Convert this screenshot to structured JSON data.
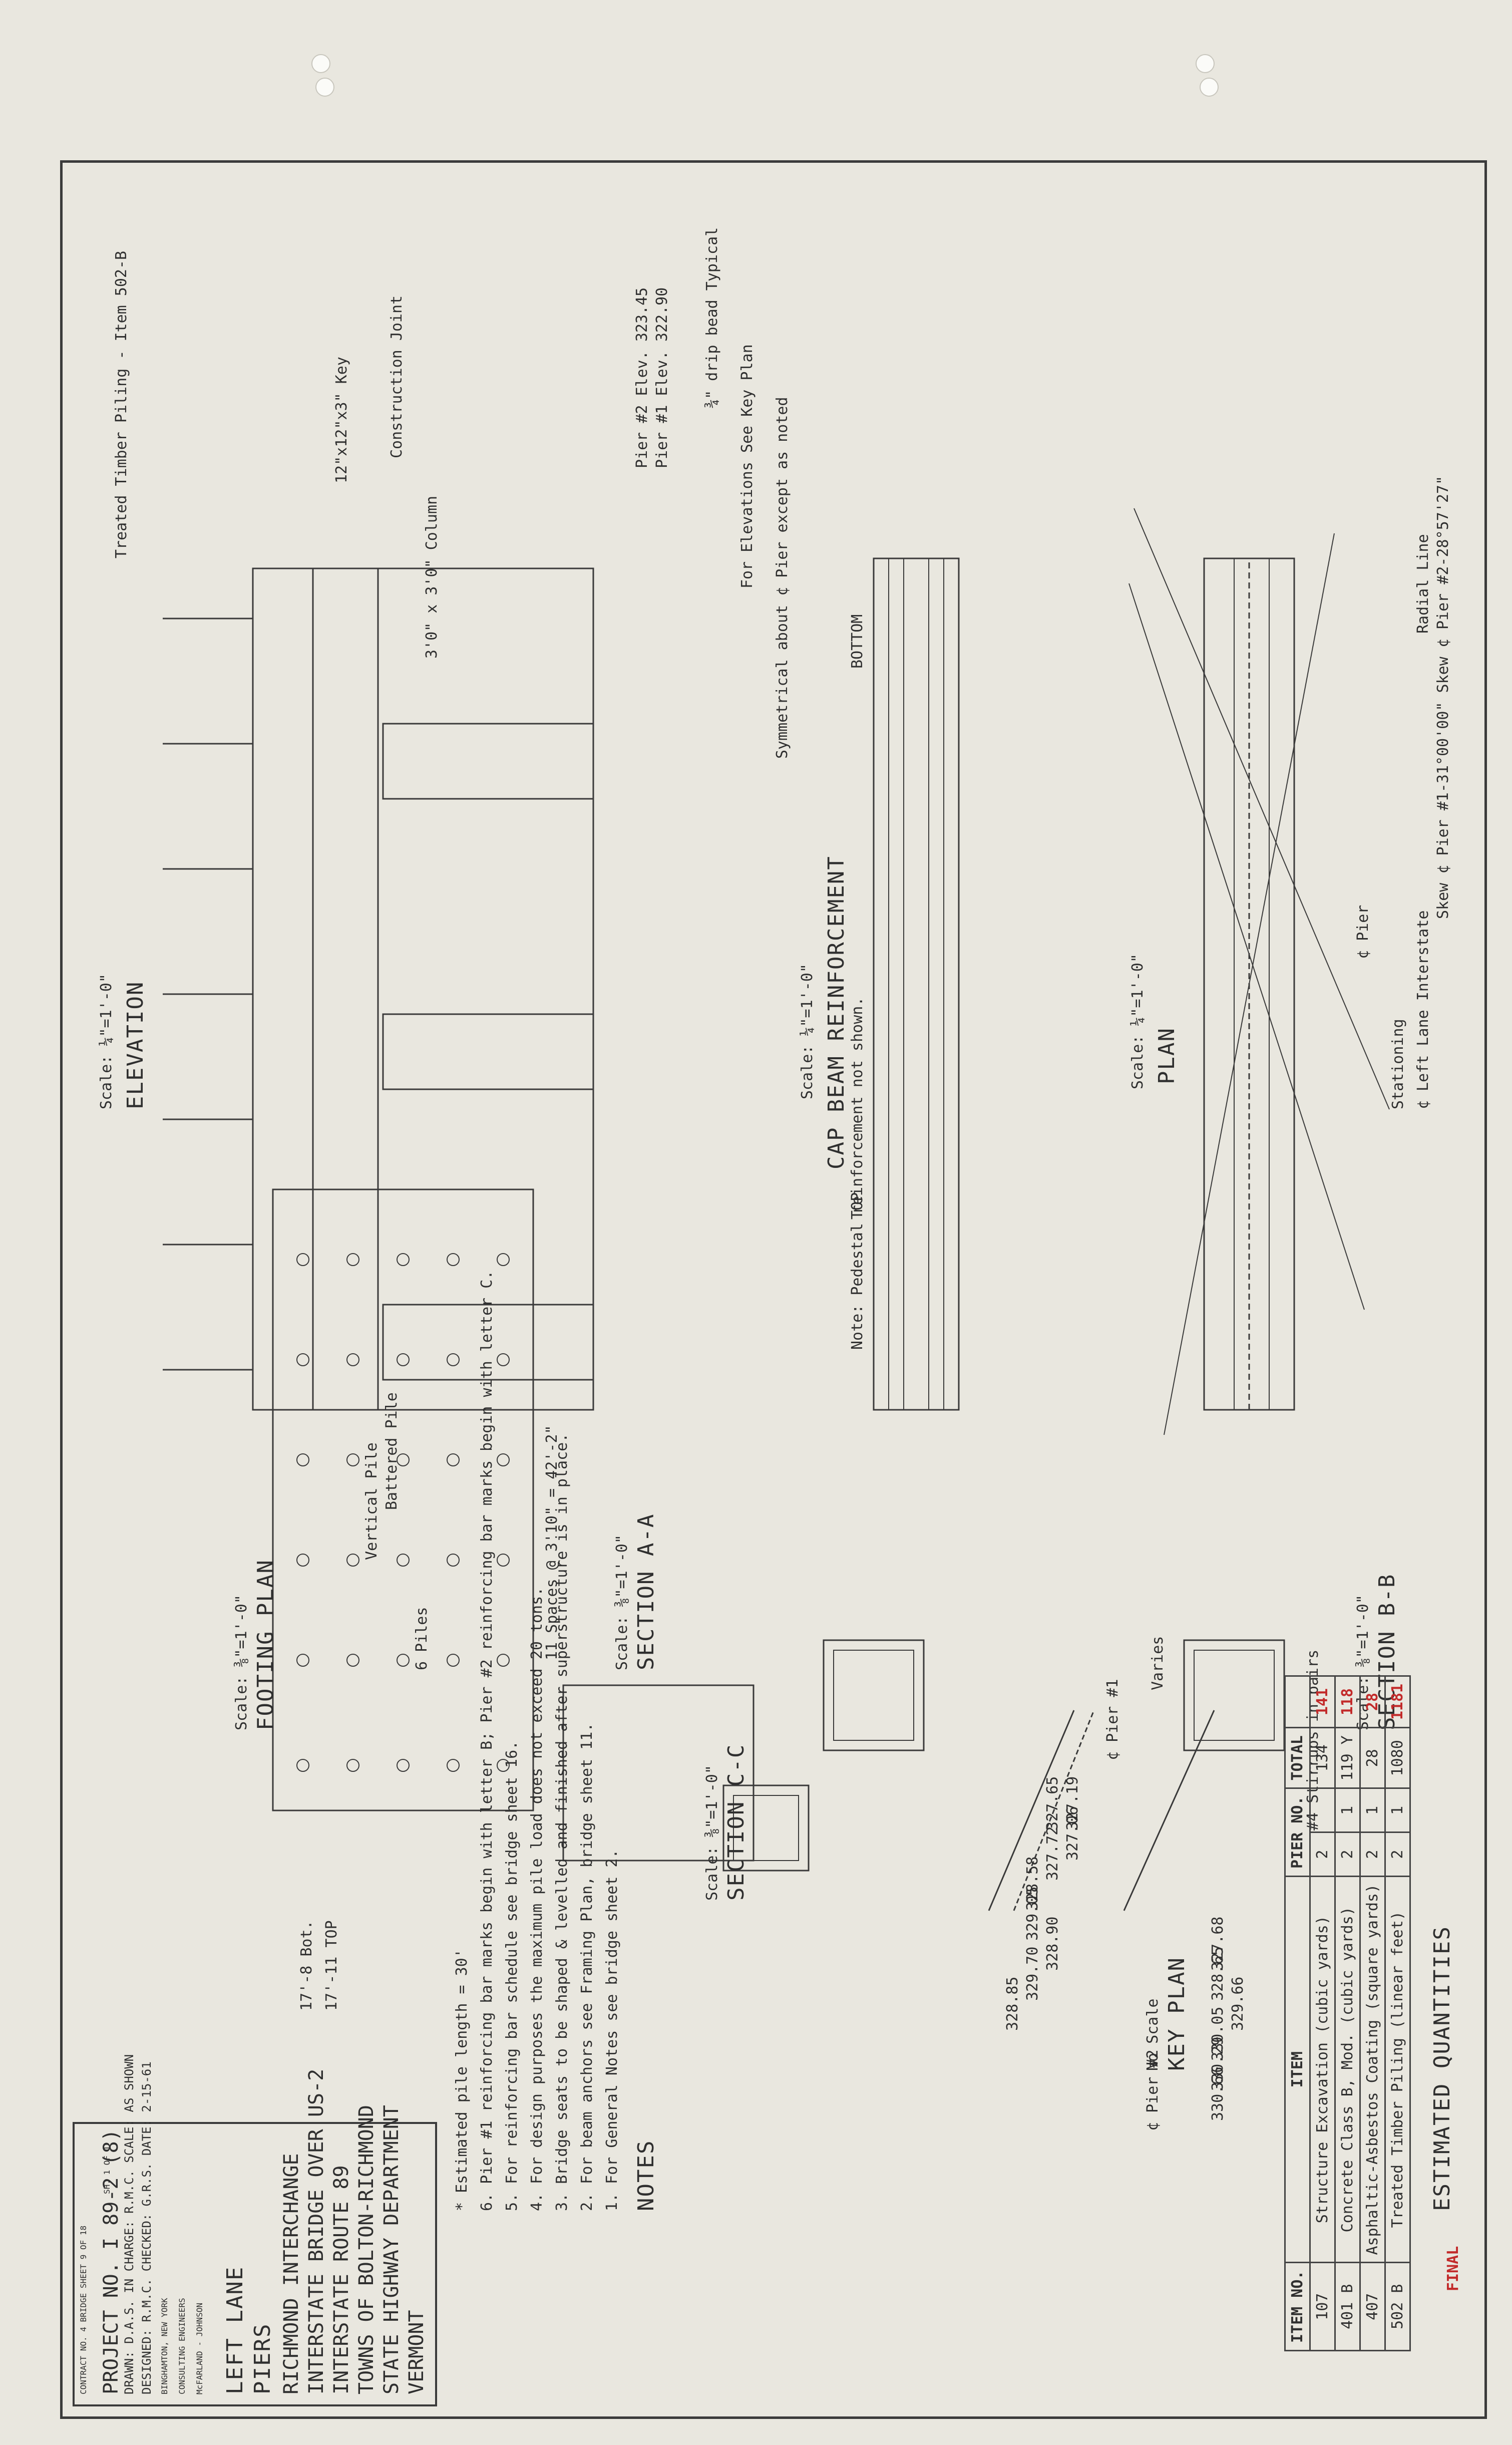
{
  "sheet": {
    "estimated_quantities": {
      "title": "ESTIMATED QUANTITIES",
      "mark": "FINAL",
      "headers": [
        "ITEM NO.",
        "ITEM",
        "PIER NO.",
        "TOTAL"
      ],
      "rows": [
        {
          "no": "107",
          "item": "Structure Excavation (cubic yards)",
          "p1": "2",
          "p2": "",
          "total": "134",
          "final": "141"
        },
        {
          "no": "401 B",
          "item": "Concrete Class B, Mod. (cubic yards)",
          "p1": "2",
          "p2": "1",
          "total": "119 Y",
          "final": "118"
        },
        {
          "no": "407",
          "item": "Asphaltic-Asbestos Coating (square yards)",
          "p1": "2",
          "p2": "1",
          "total": "28",
          "final": "28"
        },
        {
          "no": "502 B",
          "item": "Treated Timber Piling (linear feet)",
          "p1": "2",
          "p2": "1",
          "total": "1080",
          "final": "1181"
        }
      ]
    },
    "labels": {
      "skew": "Skew ¢ Pier #1-31°00'00\"  Skew ¢ Pier #2-28°57'27\"",
      "plan": "PLAN",
      "plan_scale": "Scale: ¼\"=1'-0\"",
      "cap_beam": "CAP BEAM REINFORCEMENT",
      "cap_scale": "Scale: ¼\"=1'-0\"",
      "elevation": "ELEVATION",
      "elev_scale": "Scale: ¼\"=1'-0\"",
      "section_bb": "SECTION B-B",
      "section_bb_scale": "Scale: ⅜\"=1'-0\"",
      "section_aa": "SECTION A-A",
      "section_aa_scale": "Scale: ⅜\"=1'-0\"",
      "section_cc": "SECTION C-C",
      "section_cc_scale": "Scale: ⅜\"=1'-0\"",
      "footing_plan": "FOOTING PLAN",
      "footing_scale": "Scale: ⅜\"=1'-0\"",
      "key_plan": "KEY PLAN",
      "key_scale": "No Scale",
      "pier_c": "¢ Pier",
      "radial_line": "Radial Line",
      "left_lane": "¢ Left Lane Interstate",
      "stationing": "Stationing",
      "construction_joint": "Construction Joint",
      "column": "3'0\" x 3'0\" Column",
      "timber_piling": "Treated Timber Piling - Item 502-B",
      "key": "12\"x12\"x3\" Key",
      "drip_bead": "¾\" drip bead Typical",
      "for_elevations": "For Elevations See Key Plan",
      "symmetrical": "Symmetrical about ¢ Pier except as noted",
      "pier1_elev": "Pier #1 Elev. 322.90",
      "pier2_elev": "Pier #2 Elev. 323.45",
      "bottom": "BOTTOM",
      "top": "TOP",
      "pedestal_note": "Note: Pedestal reinforcement not shown.",
      "varies": "Varies",
      "stirrups": "#4 Stirrups in pairs",
      "battered_pile": "Battered Pile",
      "vertical_pile": "Vertical Pile",
      "spaces": "11 Spaces @ 3'10\" = 42'-2\"",
      "footing_dims": "17'-11 TOP",
      "footing_dims_bot": "17'-8 Bot.",
      "piles_label": "6 Piles",
      "key_elevs": [
        "327.19",
        "327.06",
        "327.65",
        "327.72",
        "328.58",
        "329.05",
        "328.90",
        "329.70",
        "328.85",
        "327.68",
        "328.65",
        "329.66",
        "330.05",
        "330.29",
        "330.66"
      ],
      "pier1_tag": "¢ Pier #1",
      "pier2_tag": "¢ Pier #2"
    },
    "notes": {
      "title": "NOTES",
      "items": [
        "1. For General Notes see bridge sheet 2.",
        "2. For beam anchors see Framing Plan, bridge sheet 11.",
        "3. Bridge seats to be shaped & levelled and finished after superstructure is in place.",
        "4. For design purposes the maximum pile load does not exceed 20 tons.",
        "5. For reinforcing bar schedule see bridge sheet 16.",
        "6. Pier #1 reinforcing bar marks begin with letter B; Pier #2 reinforcing bar marks begin with letter C.",
        "* Estimated pile length = 30'"
      ]
    },
    "title_block": {
      "state": "VERMONT",
      "dept": "STATE HIGHWAY DEPARTMENT",
      "towns": "TOWNS OF BOLTON-RICHMOND",
      "route": "INTERSTATE ROUTE 89",
      "bridge": "INTERSTATE BRIDGE OVER US-2",
      "interchange": "RICHMOND INTERCHANGE",
      "piers": "PIERS",
      "lane": "LEFT LANE",
      "engineers": "McFARLAND - JOHNSON",
      "engineers2": "CONSULTING ENGINEERS",
      "location": "BINGHAMTON, NEW YORK",
      "designed": "DESIGNED: R.M.C.  CHECKED: G.R.S.  DATE: 2-15-61",
      "drawn": "DRAWN: D.A.S.  IN CHARGE: R.M.C.  SCALE: AS SHOWN",
      "project": "PROJECT NO. I 89-2 (8)",
      "sheet": "SH. 1 OF 1",
      "contract": "CONTRACT NO. 4   BRIDGE SHEET 9 OF 18"
    }
  }
}
